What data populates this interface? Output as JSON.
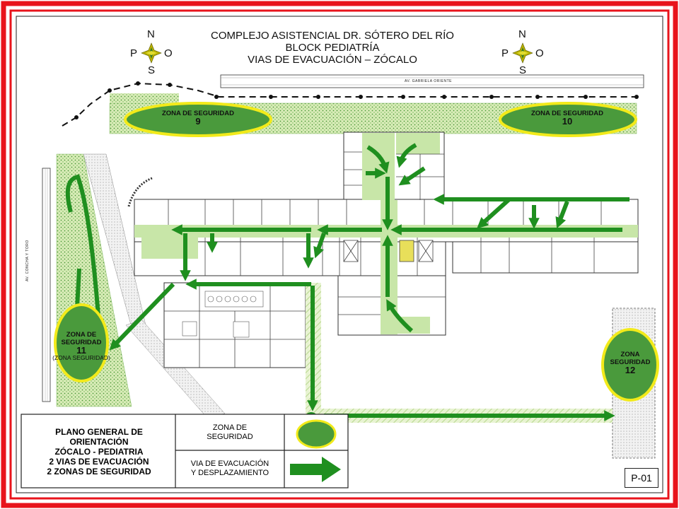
{
  "title": {
    "line1": "COMPLEJO ASISTENCIAL DR. SÓTERO DEL RÍO",
    "line2": "BLOCK PEDIATRÍA",
    "line3": "VIAS DE EVACUACIÓN – ZÓCALO"
  },
  "compass": {
    "north": "N",
    "west": "P",
    "east": "O",
    "south": "S",
    "icon": "compass-rose-icon"
  },
  "street_top": "AV. GABRIELA ORIENTE",
  "street_left": "AV. CONCHA Y TORO",
  "zones": [
    {
      "label": "ZONA DE SEGURIDAD",
      "number": "9"
    },
    {
      "label": "ZONA DE SEGURIDAD",
      "number": "10"
    },
    {
      "label": "ZONA DE SEGURIDAD",
      "number": "11",
      "sub": "(ZONA SEGURIDAD)"
    },
    {
      "label": "ZONA SEGURIDAD",
      "number": "12"
    }
  ],
  "legend": {
    "plan_lines": [
      "PLANO GENERAL DE",
      "ORIENTACIÓN",
      "ZÓCALO - PEDIATRIA",
      "2 VIAS DE EVACUACIÓN",
      "2 ZONAS DE SEGURIDAD"
    ],
    "zone_label_line1": "ZONA DE",
    "zone_label_line2": "SEGURIDAD",
    "route_label_line1": "VIA DE EVACUACIÓN",
    "route_label_line2": "Y DESPLAZAMIENTO",
    "zone_icon": "green-ellipse-icon",
    "route_icon": "green-arrow-icon"
  },
  "plan_code": "P-01",
  "colors": {
    "border_red": "#e8141c",
    "zone_fill": "#4a9a3c",
    "zone_outline": "#f2ea1a",
    "route_green": "#1f8f1f",
    "safe_area": "#c8e6a8",
    "corridor_green": "#9ccc6a"
  }
}
